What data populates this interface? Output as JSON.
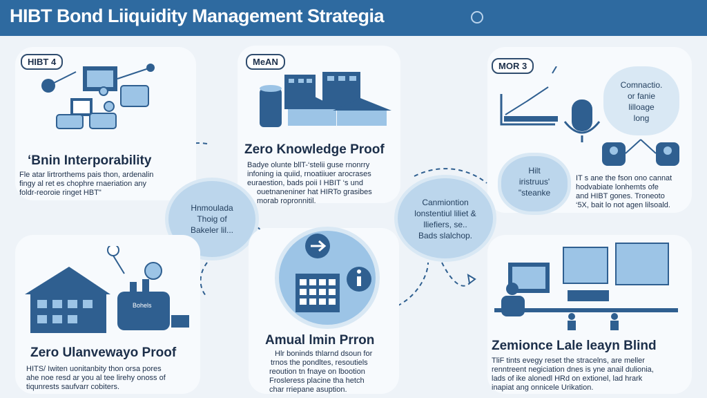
{
  "title": "HIBT Bond Liiquidity Management Strategia",
  "panels": {
    "top_left": {
      "badge": "HIBT 4",
      "heading": "‘Bnin Interporability",
      "desc": [
        "Fle atar lirtrorthems pais thon, ardenalin",
        "fingy al ret es chophre rnaeriation any",
        "foldr-reoroie ringet HBT\""
      ]
    },
    "top_center": {
      "badge": "MeAN",
      "heading": "Zero Knowledge Proof",
      "desc": [
        "Badye olunte bllT-‘stelii guse rnonrry",
        "infoning ia quiid, rnoatiiuer arocrases",
        "euraestion, bads poii I HBIT ‘s und",
        "ouetnaneniner hat HIRTo grasibes",
        "morab ropronnitil."
      ]
    },
    "top_right": {
      "badge": "MOR 3",
      "callout": [
        "Comnactio.",
        "or fanie",
        "lilloage",
        "long"
      ],
      "bubble": [
        "Hilt",
        "iristruus'",
        "\"steanke"
      ],
      "desc": [
        "IT s ane the fson ono cannat",
        "hodvabiate lonhemts ofe",
        "and HIBT gones. Troneoto",
        "‘5X, bait lo not agen lilsoald."
      ]
    },
    "bottom_left": {
      "heading": "Zero Ulanvewayo Proof",
      "desc": [
        "HITS/ Iwiten uonitanbity thon orsa pores",
        "ahe noe resd ar you al tee lirehy onoss of",
        "tiqunrests saufvarr cobiters."
      ],
      "sign": "Bohels"
    },
    "bottom_center": {
      "heading": "Amual lmin Prron",
      "desc": [
        "Hlr boninds thlarnd dsoun for",
        "trnos the pondltes, resoutiels",
        "reoution tn fnaye on lbootion",
        "Frosleress placine tha hetch",
        "char rriepane asuption."
      ]
    },
    "bottom_right": {
      "heading": "Zemionce Lale leayn Blind",
      "desc": [
        "TliF tints evegy reset the stracelns, are meller",
        "renntreent negiciation dnes is yne anail dulionia,",
        "lads of ike alonedl HRd on extionel, lad hrark",
        "inapiat ang onnicele Urikation."
      ]
    },
    "bubbles": {
      "left": [
        "Hnmoulada",
        "Thoig of",
        "Bakeler lil..."
      ],
      "right": [
        "Canmiontion",
        "lonstentiul liliet &",
        "lliefiers, se..",
        "Bads slalchop."
      ]
    }
  },
  "colors": {
    "title_bar": "#2e6aa0",
    "accent": "#2f5f90",
    "light_accent": "#9cc4e6",
    "panel": "#f7fafd",
    "background": "#eef3f8"
  },
  "icons": [
    "arrow-right-icon",
    "info-icon",
    "cloud-icon",
    "lightbulb-icon",
    "people-icon",
    "monitor-icon",
    "microphone-icon",
    "chart-icon"
  ]
}
